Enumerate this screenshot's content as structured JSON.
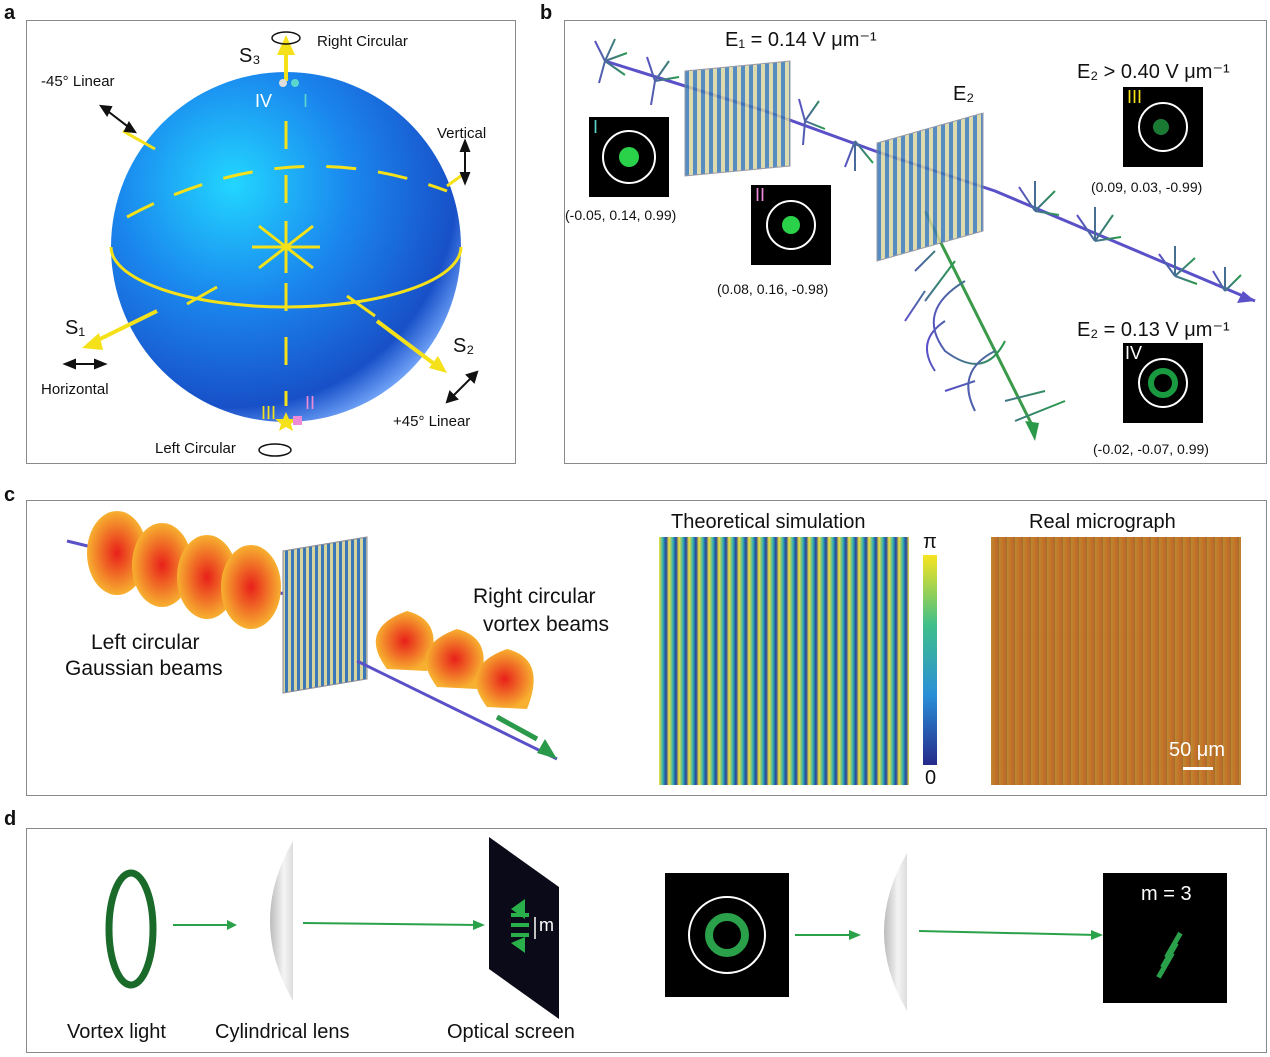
{
  "panels": {
    "a": "a",
    "b": "b",
    "c": "c",
    "d": "d"
  },
  "panel_a": {
    "s3": "S₃",
    "s1": "S₁",
    "s2": "S₂",
    "right_circular": "Right Circular",
    "left_circular": "Left Circular",
    "linear_m45": "-45° Linear",
    "vertical": "Vertical",
    "horizontal": "Horizontal",
    "linear_p45": "+45° Linear",
    "pt_I": "I",
    "pt_II": "II",
    "pt_III": "III",
    "pt_IV": "IV"
  },
  "panel_b": {
    "e1": "E₁ = 0.14 V μm⁻¹",
    "e2": "E₂",
    "e2_high": "E₂ > 0.40 V μm⁻¹",
    "e2_low": "E₂ = 0.13 V μm⁻¹",
    "inset_I": "I",
    "inset_II": "II",
    "inset_III": "III",
    "inset_IV": "IV",
    "coord_I": "(-0.05, 0.14, 0.99)",
    "coord_II": "(0.08, 0.16, -0.98)",
    "coord_III": "(0.09, 0.03, -0.99)",
    "coord_IV": "(-0.02, -0.07, 0.99)"
  },
  "panel_c": {
    "left_label_1": "Left circular",
    "left_label_2": "Gaussian beams",
    "right_label_1": "Right circular",
    "right_label_2": "vortex beams",
    "sim_title": "Theoretical simulation",
    "micro_title": "Real micrograph",
    "cbar_top": "π",
    "cbar_bottom": "0",
    "scale": "50 μm"
  },
  "panel_d": {
    "vortex_light": "Vortex light",
    "cyl_lens": "Cylindrical lens",
    "optical_screen": "Optical screen",
    "m_label": "m",
    "m_value": "m = 3"
  },
  "colors": {
    "yellow": "#f5e11a",
    "sphere": "#1e74e6",
    "green": "#1a8a3a",
    "frame": "#8a8a8a"
  }
}
